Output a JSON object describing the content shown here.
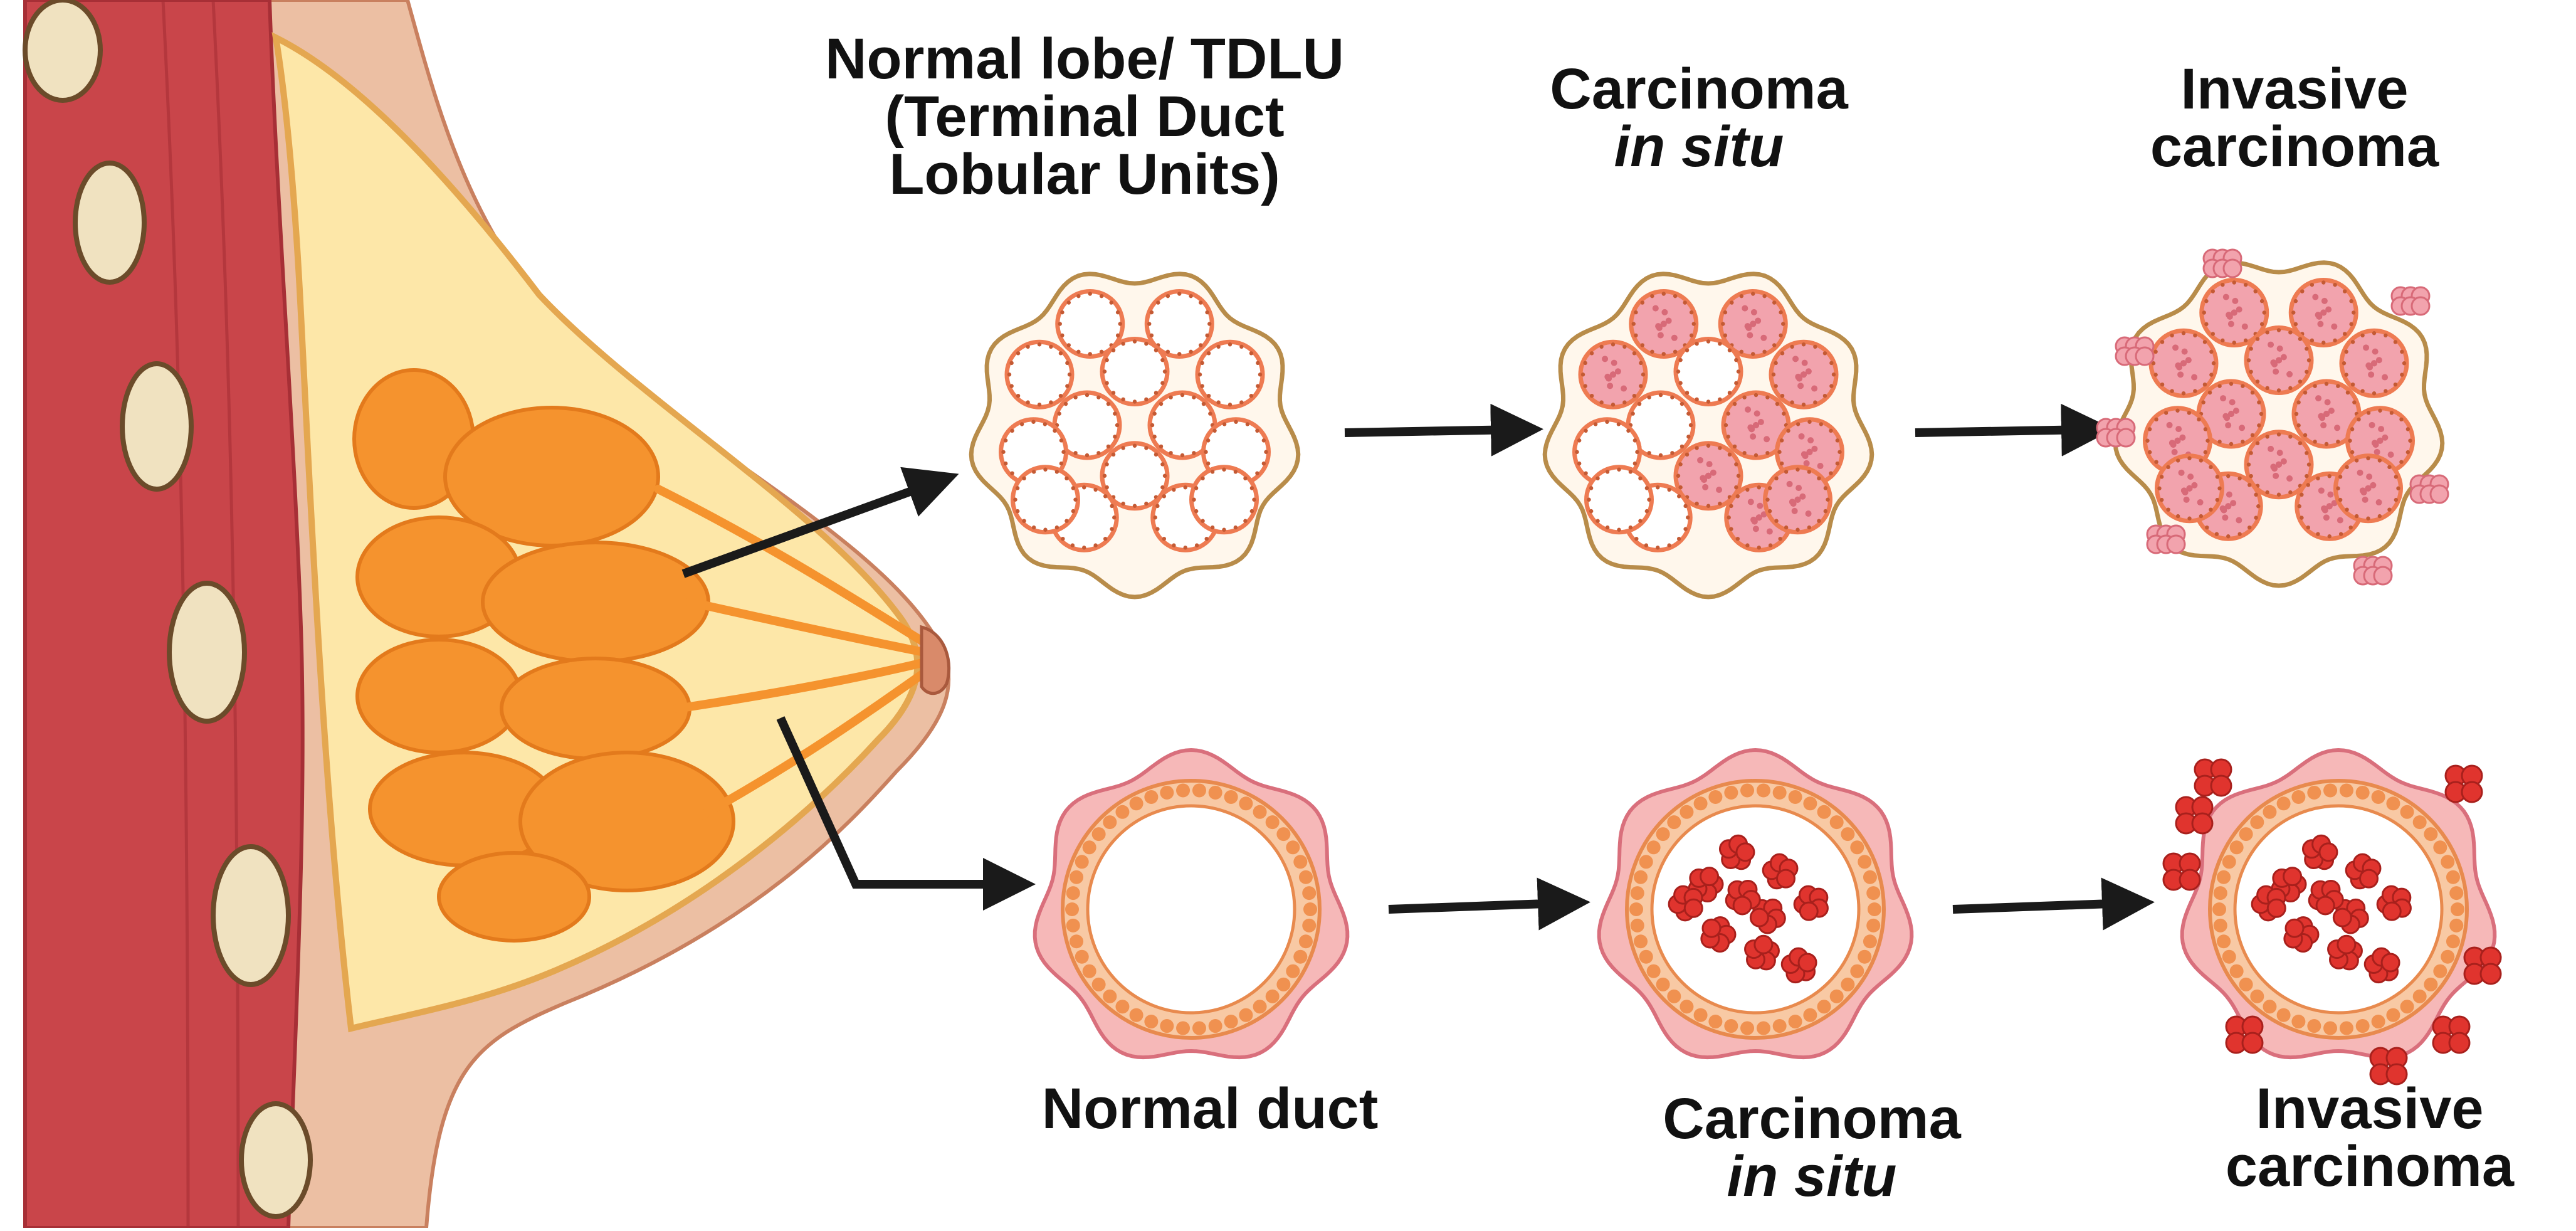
{
  "labels": {
    "tdlu": {
      "line1": "Normal lobe/ TDLU",
      "line2": "(Terminal Duct",
      "line3": "Lobular Units)"
    },
    "lobe_cis": {
      "line1": "Carcinoma",
      "line2": "in situ"
    },
    "lobe_invasive": {
      "line1": "Invasive",
      "line2": "carcinoma"
    },
    "normal_duct": "Normal duct",
    "duct_cis": {
      "line1": "Carcinoma",
      "line2": "in situ"
    },
    "duct_invasive": {
      "line1": "Invasive",
      "line2": "carcinoma"
    }
  },
  "colors": {
    "skin": "#e9b596",
    "skin_dark": "#c9805f",
    "muscle": "#c9454a",
    "muscle_dark": "#a72f36",
    "fat": "#fde7a8",
    "fat_dark": "#f6cf6e",
    "gland": "#f5932e",
    "gland_dark": "#e37a1c",
    "rib": "#f0e2c0",
    "rib_outline": "#6b4b2a",
    "lobe_ring": "#ee7b52",
    "lobe_capsule": "#b88c4a",
    "tumor_pink": "#f2a3ad",
    "tumor_red": "#e0342e",
    "duct_wall": "#f09150",
    "duct_outer": "#f6b8b8",
    "arrow": "#1a1a1a"
  }
}
